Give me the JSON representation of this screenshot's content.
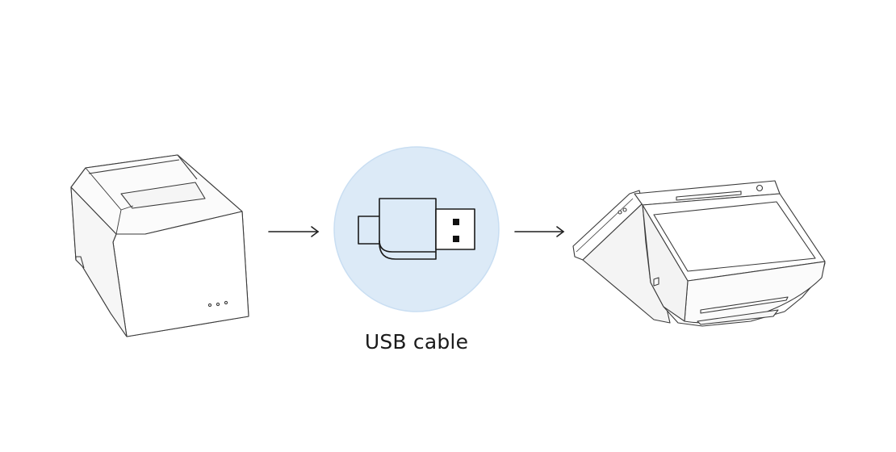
{
  "diagram": {
    "nodes": [
      {
        "id": "printer",
        "icon": "receipt-printer-icon"
      },
      {
        "id": "usb",
        "icon": "usb-connector-icon",
        "label": "USB cable",
        "circle_color": "#dceaf7",
        "circle_border": "#c9def2"
      },
      {
        "id": "pos",
        "icon": "pos-terminal-icon"
      }
    ],
    "edges": [
      {
        "from": "printer",
        "to": "usb"
      },
      {
        "from": "usb",
        "to": "pos"
      }
    ],
    "colors": {
      "line": "#1f1f1f",
      "stroke": "#3a3a3a",
      "body_fill": "#ffffff"
    }
  }
}
